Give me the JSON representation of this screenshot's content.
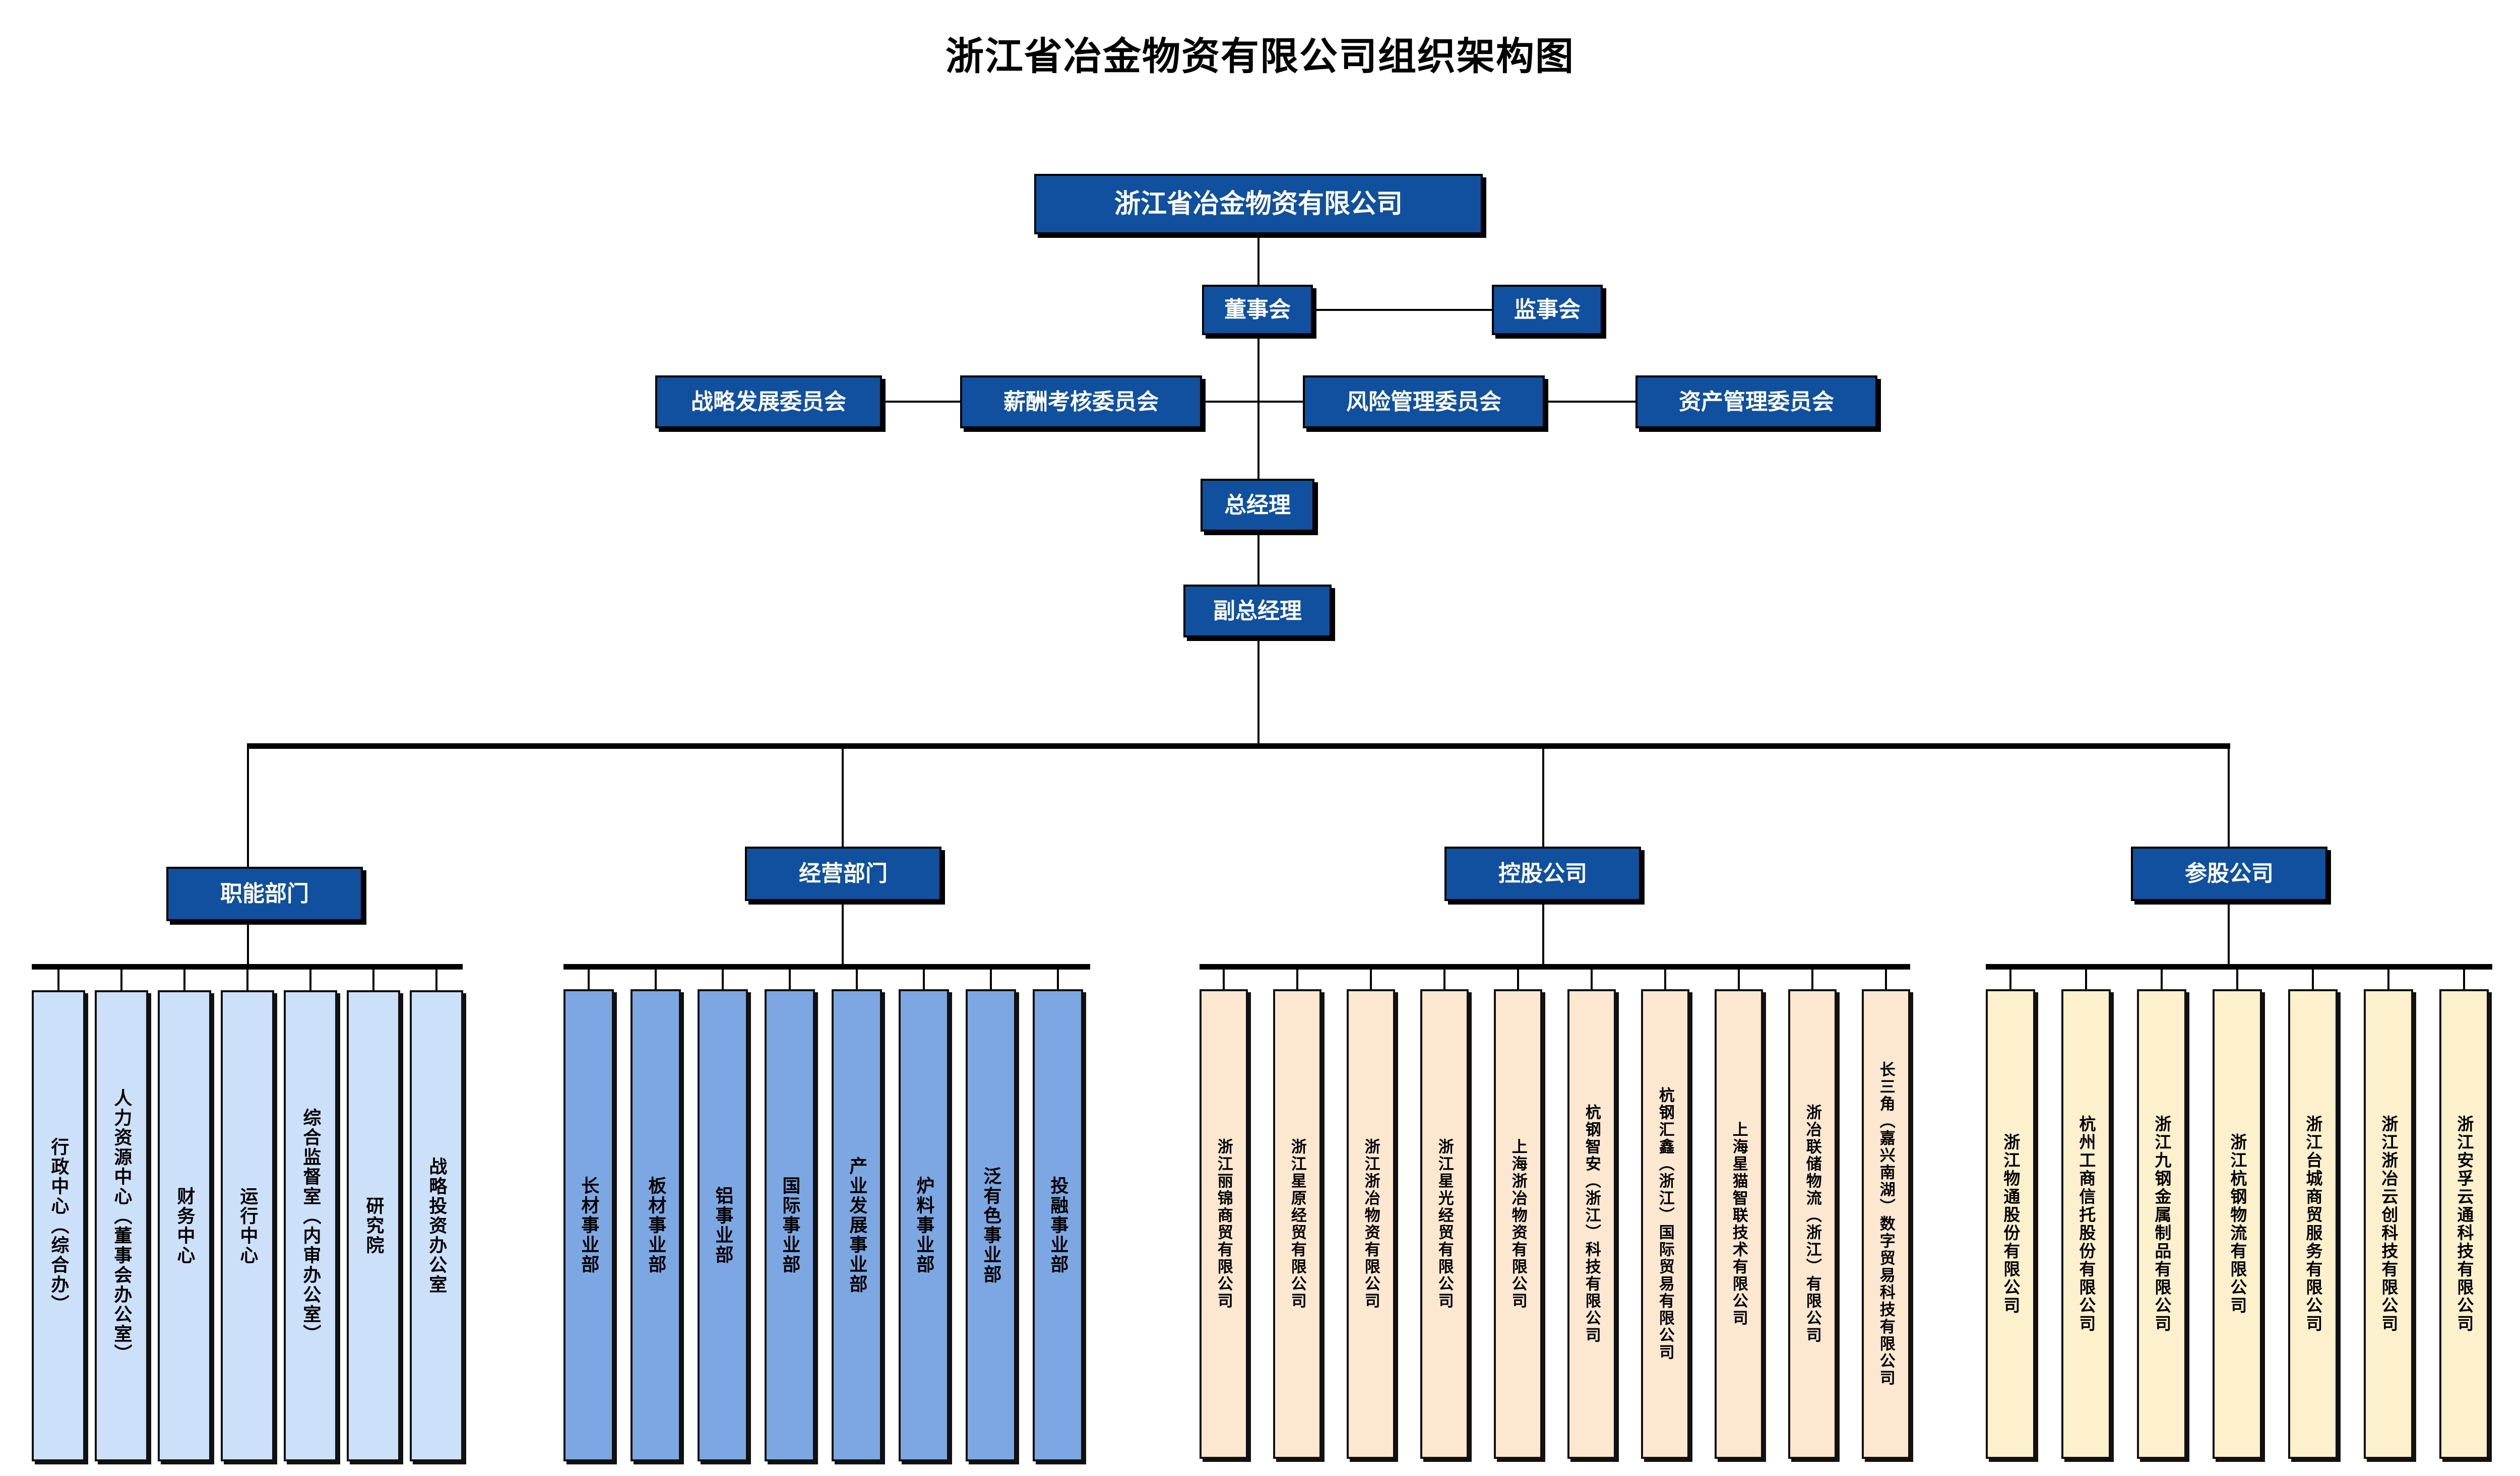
{
  "title": "浙江省冶金物资有限公司组织架构图",
  "colors": {
    "header_blue": "#10509e",
    "functional_fill": "#cce0fa",
    "business_fill": "#7da7e3",
    "holding_fill": "#fce7d1",
    "participating_fill": "#fdf0cc",
    "line": "#000000",
    "header_text": "#ffffff",
    "leaf_text": "#000000"
  },
  "top": {
    "company": "浙江省冶金物资有限公司",
    "board": "董事会",
    "supervisory_board": "监事会",
    "general_manager": "总经理",
    "deputy_general_manager": "副总经理"
  },
  "committees": [
    "战略发展委员会",
    "薪酬考核委员会",
    "风险管理委员会",
    "资产管理委员会"
  ],
  "groups": [
    {
      "key": "functional",
      "label": "职能部门"
    },
    {
      "key": "business",
      "label": "经营部门"
    },
    {
      "key": "holding",
      "label": "控股公司"
    },
    {
      "key": "participating",
      "label": "参股公司"
    }
  ],
  "functional_departments": [
    "行政中心（综合办）",
    "人力资源中心（董事会办公室）",
    "财务中心",
    "运行中心",
    "综合监督室（内审办公室）",
    "研究院",
    "战略投资办公室"
  ],
  "business_departments": [
    "长材事业部",
    "板材事业部",
    "铝事业部",
    "国际事业部",
    "产业发展事业部",
    "炉料事业部",
    "泛有色事业部",
    "投融事业部"
  ],
  "holding_companies": [
    "浙江丽锦商贸有限公司",
    "浙江星原经贸有限公司",
    "浙江浙冶物资有限公司",
    "浙江星光经贸有限公司",
    "上海浙冶物资有限公司",
    "杭钢智安（浙江）科技有限公司",
    "杭钢汇鑫（浙江）国际贸易有限公司",
    "上海星猫智联技术有限公司",
    "浙冶联储物流（浙江）有限公司",
    "长三角（嘉兴南湖）数字贸易科技有限公司"
  ],
  "participating_companies": [
    "浙江物通股份有限公司",
    "杭州工商信托股份有限公司",
    "浙江九钢金属制品有限公司",
    "浙江杭钢物流有限公司",
    "浙江台城商贸服务有限公司",
    "浙江浙冶云创科技有限公司",
    "浙江安孚云通科技有限公司"
  ]
}
